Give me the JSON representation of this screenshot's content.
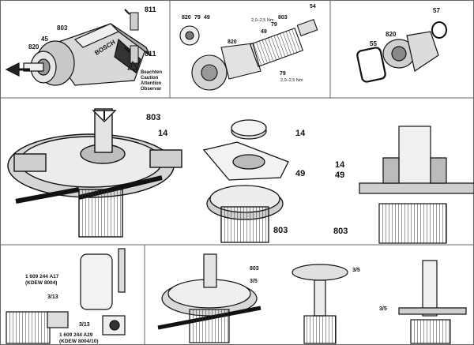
{
  "panel_1": {
    "part_820": "820",
    "part_803": "803",
    "part_45": "45",
    "part_811_top": "811",
    "part_811_bottom": "811",
    "housing_text": "BOSCH",
    "caution_lines": [
      "Beachten",
      "Caution",
      "Attention",
      "Observar"
    ]
  },
  "panel_2": {
    "part_820": "820",
    "part_79_top": "79",
    "part_49": "49",
    "part_820_b": "820",
    "part_49_b": "49",
    "part_79_mid": "79",
    "part_803": "803",
    "part_54": "54",
    "part_79_bottom": "79",
    "torque_top": "2,0–2,5 Nm",
    "torque_bottom": "2,0–2,5 Nm"
  },
  "panel_3": {
    "part_57": "57",
    "part_55": "55",
    "part_820": "820"
  },
  "panel_4": {
    "part_803": "803",
    "part_14": "14"
  },
  "panel_5": {
    "part_14": "14",
    "part_49": "49",
    "part_803": "803"
  },
  "panel_6": {
    "part_14": "14",
    "part_49": "49",
    "part_803": "803"
  },
  "panel_7": {
    "tool_1_number": "1 609 244 A17",
    "tool_1_name": "(KDEW 8004)",
    "part_3_13_a": "3/13",
    "part_3_13_b": "3/13",
    "tool_2_number": "1 609 244 A29",
    "tool_2_name": "(KDEW 8004/10)"
  },
  "panel_8": {
    "part_803": "803",
    "part_3_5": "3/5"
  },
  "panel_9": {
    "part_3_5": "3/5"
  },
  "panel_10": {
    "part_3_5": "3/5"
  }
}
